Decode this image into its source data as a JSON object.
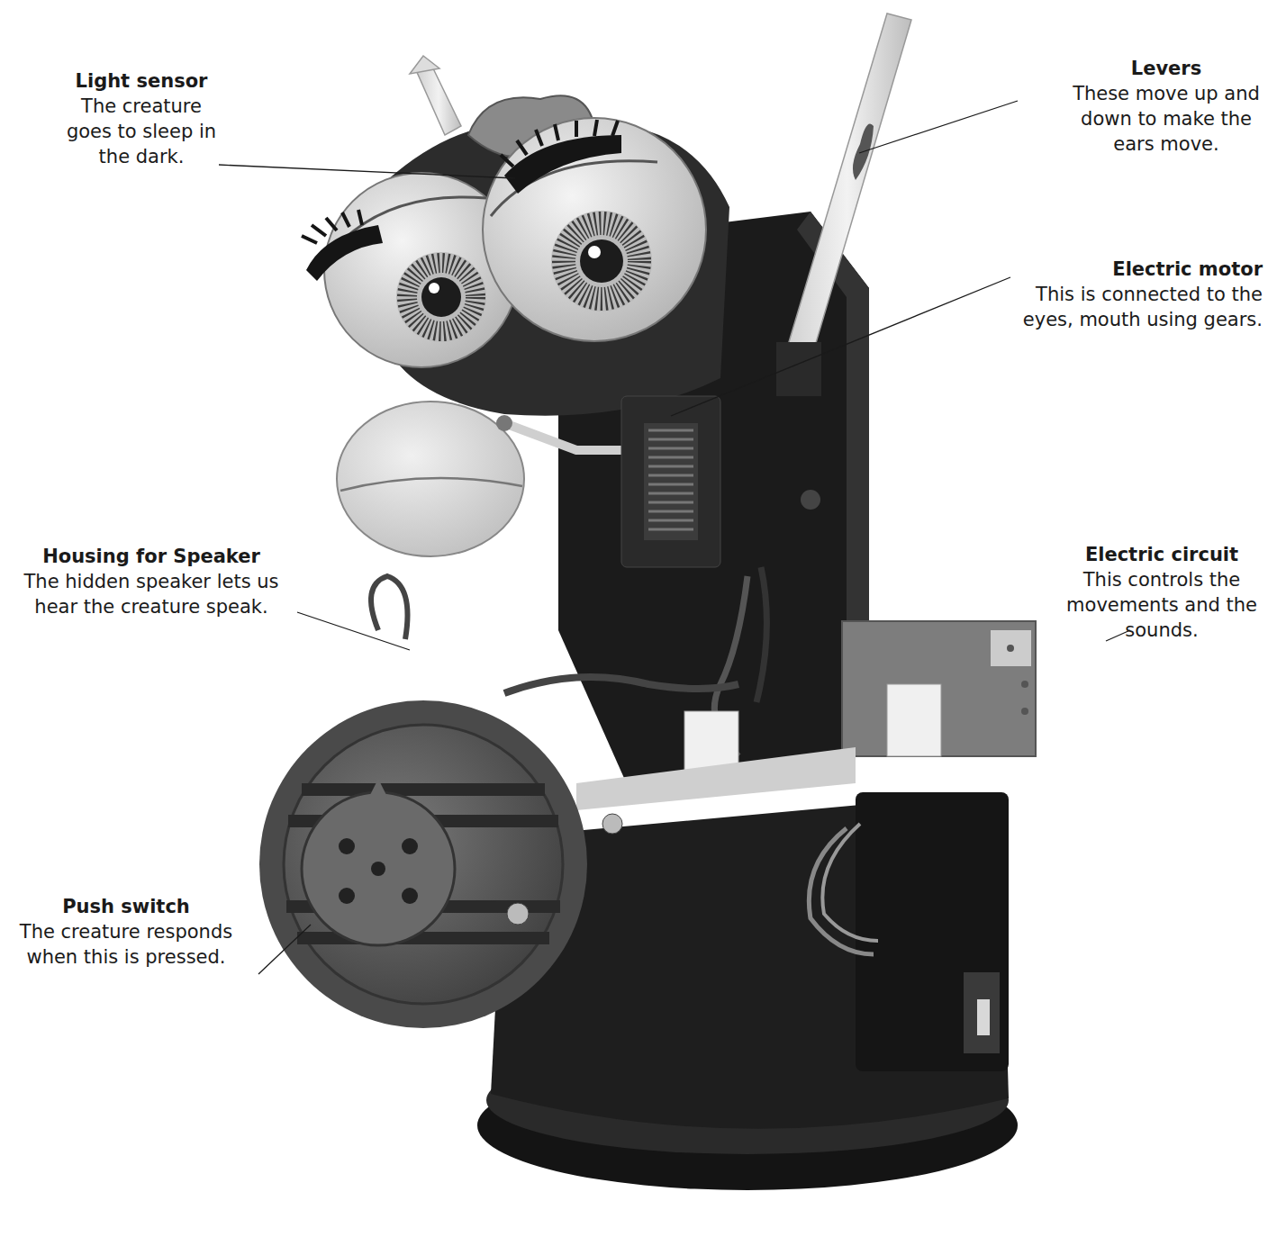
{
  "diagram": {
    "labels": [
      "Light sensor",
      "The creature goes to sleep in the dark.",
      "Levers",
      "These move up and down to make the ears move.",
      "Electric motor",
      "This is connected to the eyes, mouth using gears.",
      "Housing for Speaker",
      "The hidden speaker lets us hear the creature speak.",
      "Electric circuit",
      "This controls the movements and the sounds.",
      "Push switch",
      "The creature responds when this is pressed."
    ]
  }
}
